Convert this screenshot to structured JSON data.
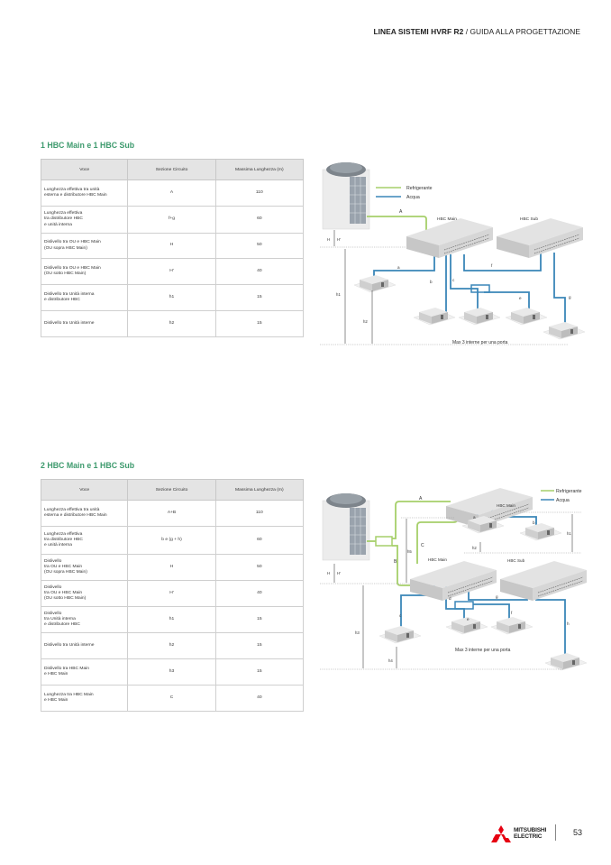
{
  "header": {
    "title_bold": "LINEA SISTEMI HVRF R2",
    "title_rest": " / GUIDA ALLA PROGETTAZIONE"
  },
  "section1": {
    "title": "1 HBC Main e 1 HBC Sub",
    "table": {
      "headers": [
        "Voce",
        "Sezione Circuito",
        "Massima Lunghezza (m)"
      ],
      "rows": [
        {
          "voce": [
            "Lunghezza effettiva tra unità",
            "esterna e distributore HBC Main"
          ],
          "sezione": "A",
          "max": "110"
        },
        {
          "voce": [
            "Lunghezza effettiva",
            "tra distributore HBC",
            "e unità interna"
          ],
          "sezione": "f+g",
          "max": "60"
        },
        {
          "voce": [
            "Dislivello tra OU e HBC Main",
            "(OU sopra HBC Main)"
          ],
          "sezione": "H",
          "max": "50"
        },
        {
          "voce": [
            "Dislivello tra OU e HBC Main",
            "(OU sotto HBC Main)"
          ],
          "sezione": "H'",
          "max": "40"
        },
        {
          "voce": [
            "Dislivello tra Unità interna",
            "e distributore HBC"
          ],
          "sezione": "h1",
          "max": "15"
        },
        {
          "voce": [
            "Dislivello tra Unità interne"
          ],
          "sezione": "h2",
          "max": "15"
        }
      ]
    },
    "diagram": {
      "legend": {
        "refrigerant": "Refrigerante",
        "water": "Acqua"
      },
      "labels": {
        "hbc_main": "HBC Main",
        "hbc_sub": "HBC Sub",
        "A": "A",
        "a": "a",
        "b": "b",
        "c": "c",
        "e": "e",
        "f": "f",
        "g": "g",
        "H": "H",
        "Hp": "H'",
        "h1": "h1",
        "h2": "h2"
      },
      "note": "Max 3 interne per una porta"
    }
  },
  "section2": {
    "title": "2 HBC Main e 1 HBC Sub",
    "table": {
      "headers": [
        "Voce",
        "Sezione Circuito",
        "Massima Lunghezza (m)"
      ],
      "rows": [
        {
          "voce": [
            "Lunghezza effettiva tra unità",
            "esterna e distributore HBC Main"
          ],
          "sezione": "A+B",
          "max": "110"
        },
        {
          "voce": [
            "Lunghezza effettiva",
            "tra distributore HBC",
            "e unità interna"
          ],
          "sezione": "b e (g + h)",
          "max": "60"
        },
        {
          "voce": [
            "Dislivello",
            "tra OU e HBC Main",
            "(OU sopra HBC Main)"
          ],
          "sezione": "H",
          "max": "50"
        },
        {
          "voce": [
            "Dislivello",
            "tra OU e HBC Main",
            "(OU sotto HBC Main)"
          ],
          "sezione": "H'",
          "max": "40"
        },
        {
          "voce": [
            "Dislivello",
            "tra Unità interna",
            "e distributore HBC"
          ],
          "sezione": "h1",
          "max": "15"
        },
        {
          "voce": [
            "Dislivello tra Unità interne"
          ],
          "sezione": "h2",
          "max": "15"
        },
        {
          "voce": [
            "Dislivello tra HBC Main",
            "e HBC Main"
          ],
          "sezione": "h3",
          "max": "15"
        },
        {
          "voce": [
            "Lunghezza tra HBC Main",
            "e HBC Main"
          ],
          "sezione": "C",
          "max": "40"
        }
      ]
    },
    "diagram": {
      "legend": {
        "refrigerant": "Refrigerante",
        "water": "Acqua"
      },
      "labels": {
        "hbc_main_top": "HBC Main",
        "hbc_main_bottom": "HBC Main",
        "hbc_sub": "HBC Sub",
        "A": "A",
        "B": "B",
        "C": "C",
        "a": "a",
        "b": "b",
        "c": "c",
        "d": "d",
        "e": "e",
        "f": "f",
        "g": "g",
        "h": "h",
        "H": "H",
        "Hp": "H'",
        "h1": "h1",
        "h2": "h2",
        "h3": "h3",
        "h4": "h4"
      },
      "note": "Max 3 interne per una porta"
    }
  },
  "colors": {
    "title_green": "#3d9a6d",
    "refrigerant": "#a6cf6a",
    "water": "#3a86b8",
    "brand_red": "#e60012"
  },
  "footer": {
    "brand_line1": "MITSUBISHI",
    "brand_line2": "ELECTRIC",
    "page_number": "53"
  }
}
